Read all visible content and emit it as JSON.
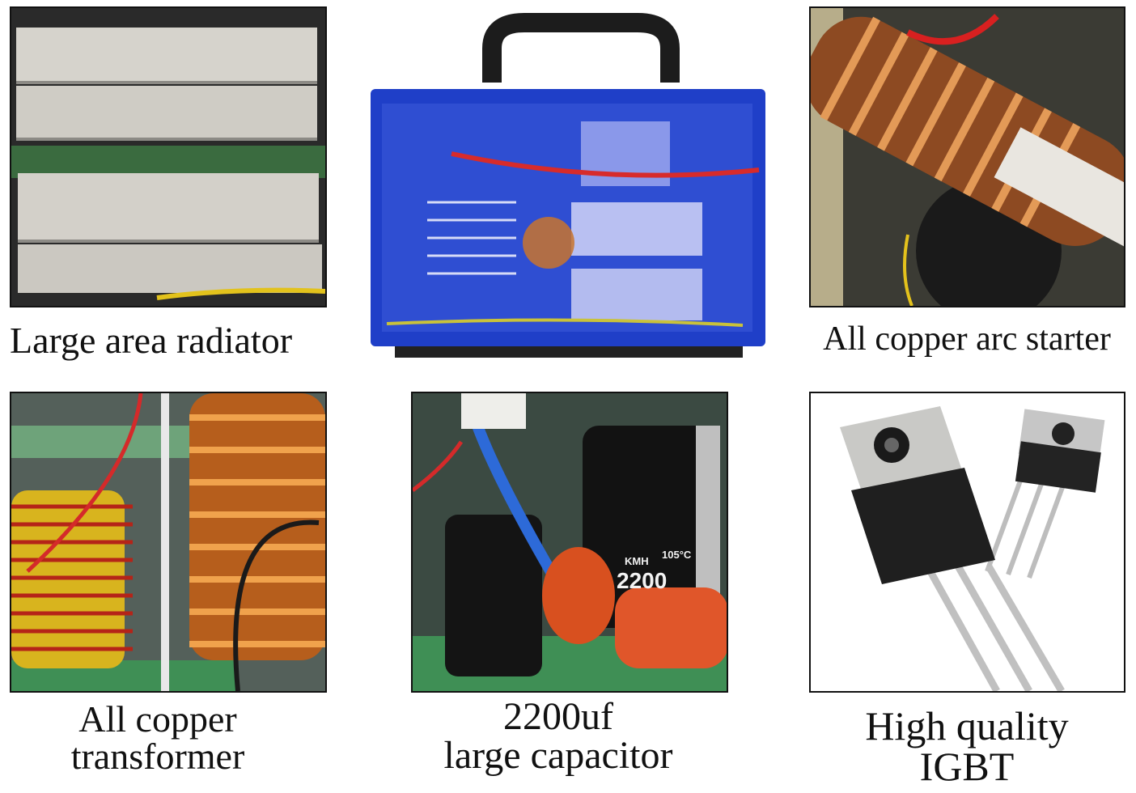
{
  "panels": {
    "radiator": {
      "caption": "Large area radiator"
    },
    "welder": {
      "caption": ""
    },
    "arc_starter": {
      "caption": "All copper arc starter"
    },
    "transformer": {
      "caption_line1": "All copper",
      "caption_line2": "transformer"
    },
    "capacitor": {
      "caption_line1": "2200uf",
      "caption_line2": "large capacitor",
      "cap_label": "2200",
      "cap_temp": "105°C",
      "cap_series": "KMH"
    },
    "igbt": {
      "caption_line1": "High quality",
      "caption_line2": "IGBT"
    }
  },
  "colors": {
    "welder_blue": "#1f3fc8",
    "copper": "#c8742e",
    "aluminum": "#d9d6cf",
    "pcb_green": "#3f8f55",
    "capacitor_orange": "#e0562a"
  }
}
